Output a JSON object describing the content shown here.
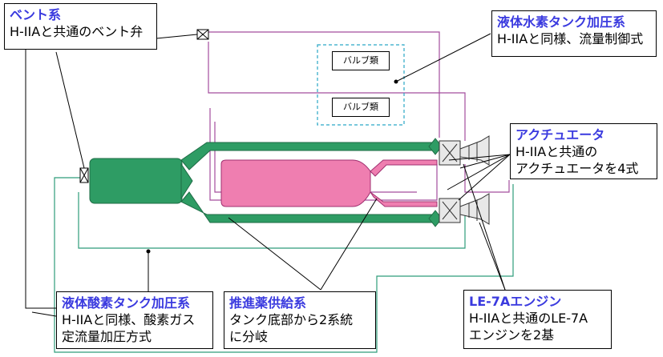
{
  "colors": {
    "lox_tank": "#2e9c64",
    "lh2_tank": "#ef7eb0",
    "pressurization_line": "#a34d9e",
    "oxygen_line": "#2e9c7a",
    "valve_group_border": "#2aa6c6",
    "title_text": "#3a3adf"
  },
  "labels": {
    "vent": {
      "title": "ベント系",
      "body": "H-IIAと共通のベント弁"
    },
    "lh2_press": {
      "title": "液体水素タンク加圧系",
      "body": "H-IIAと同様、流量制御式"
    },
    "actuator": {
      "title": "アクチュエータ",
      "body": "H-IIAと共通の\nアクチュエータを4式"
    },
    "lox_press": {
      "title": "液体酸素タンク加圧系",
      "body": "H-IIAと同様、酸素ガス\n定流量加圧方式"
    },
    "propellant": {
      "title": "推進薬供給系",
      "body": "タンク底部から2系統\nに分岐"
    },
    "engine": {
      "title": "LE-7Aエンジン",
      "body": "H-IIAと共通のLE-7A\nエンジンを2基"
    }
  },
  "valves": [
    "バルブ類",
    "バルブ類"
  ]
}
